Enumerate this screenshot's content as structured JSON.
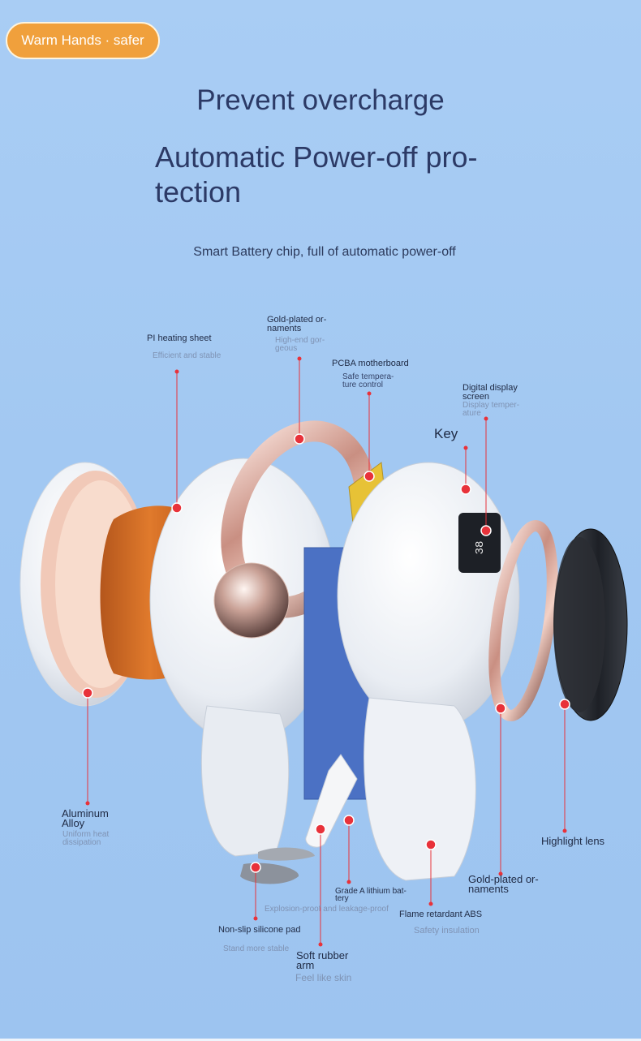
{
  "badge": "Warm Hands · safer",
  "title1": "Prevent overcharge",
  "title2": "Automatic Power-off pro-tection",
  "subtitle": "Smart Battery chip, full of automatic power-off",
  "labels": {
    "pi_heating": {
      "title": "PI heating sheet",
      "desc": "Efficient and stable"
    },
    "gold_top": {
      "title": "Gold-plated or-naments",
      "desc": "High-end gor-geous"
    },
    "pcba": {
      "title": "PCBA motherboard",
      "desc": "Safe tempera-ture control"
    },
    "display": {
      "title": "Digital display screen",
      "desc": "Display temper-ature"
    },
    "key": {
      "title": "Key"
    },
    "aluminum": {
      "title": "Aluminum Alloy",
      "desc": "Uniform heat dissipation"
    },
    "highlight_lens": {
      "title": "Highlight lens"
    },
    "gold_bottom": {
      "title": "Gold-plated or-naments"
    },
    "battery": {
      "title": "Grade A lithium bat-tery",
      "desc": "Explosion-proof and leakage-proof"
    },
    "abs": {
      "title": "Flame retardant ABS",
      "desc": "Safety insulation"
    },
    "pad": {
      "title": "Non-slip silicone pad",
      "desc": "Stand more stable"
    },
    "arm": {
      "title": "Soft rubber arm",
      "desc": "Feel like skin"
    }
  },
  "display_readout": "38",
  "colors": {
    "accent": "#f0a03c",
    "marker": "#e8323a",
    "background": "#a6caf3",
    "title": "#2c3a66"
  }
}
